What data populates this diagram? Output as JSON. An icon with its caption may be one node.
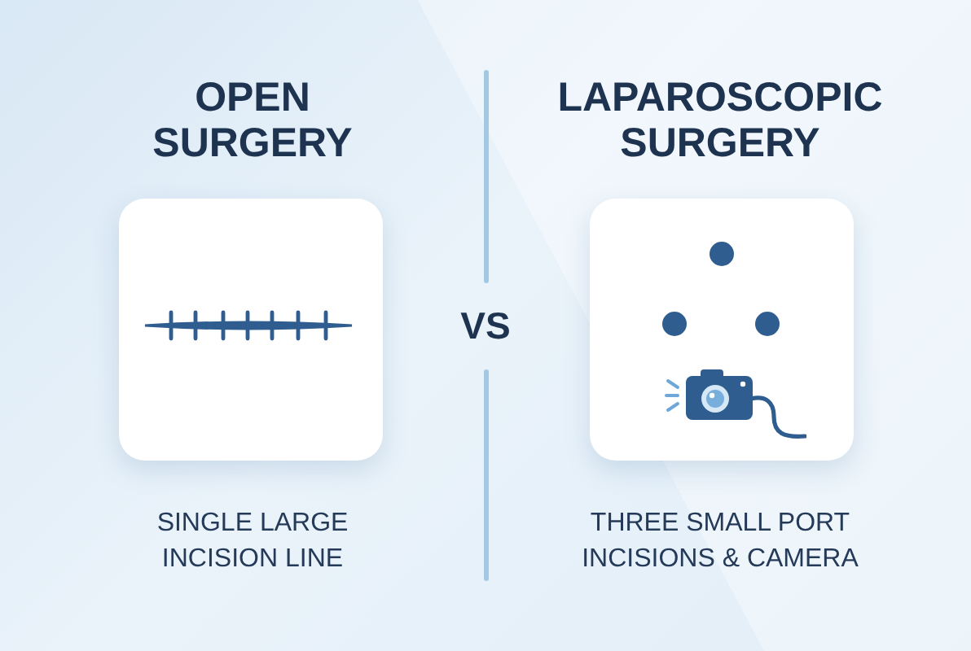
{
  "diagram": {
    "nodes": [
      {
        "text": [
          "OPEN SURGERY"
        ],
        "beside": [
          "SINGLE LARGE INCISION LINE"
        ]
      },
      {
        "text": [
          "LAPAROSCOPIC SURGERY"
        ],
        "beside": [
          "THREE SMALL PORT INCISIONS & CAMERA"
        ]
      }
    ],
    "labels": [
      "VS"
    ]
  }
}
